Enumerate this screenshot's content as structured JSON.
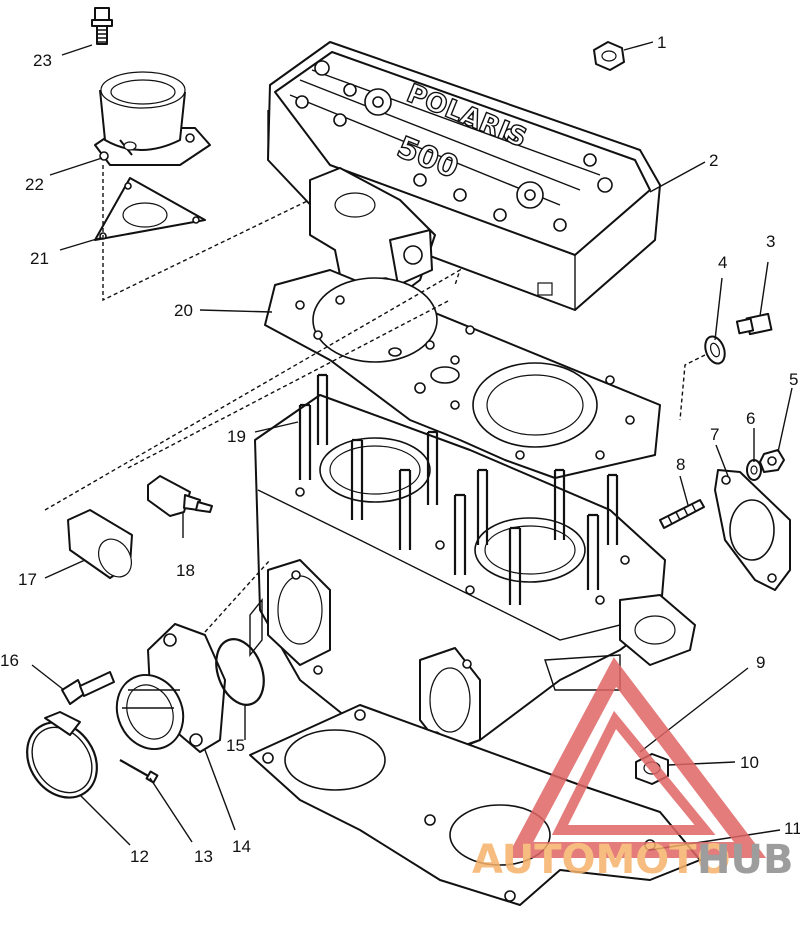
{
  "diagram": {
    "callouts": [
      {
        "num": "1"
      },
      {
        "num": "2"
      },
      {
        "num": "3"
      },
      {
        "num": "4"
      },
      {
        "num": "5"
      },
      {
        "num": "6"
      },
      {
        "num": "7"
      },
      {
        "num": "8"
      },
      {
        "num": "9"
      },
      {
        "num": "10"
      },
      {
        "num": "11"
      },
      {
        "num": "12"
      },
      {
        "num": "13"
      },
      {
        "num": "14"
      },
      {
        "num": "15"
      },
      {
        "num": "16"
      },
      {
        "num": "17"
      },
      {
        "num": "18"
      },
      {
        "num": "19"
      },
      {
        "num": "20"
      },
      {
        "num": "21"
      },
      {
        "num": "22"
      },
      {
        "num": "23"
      }
    ],
    "embossing": {
      "brand": "POLARIS",
      "model": "500"
    }
  },
  "watermark": {
    "part1": "AUTOMOTO",
    "part2": "HUB",
    "color_part1": "#f6b26b",
    "color_part2": "#8c8c8c",
    "triangle_color": "#e06666"
  }
}
